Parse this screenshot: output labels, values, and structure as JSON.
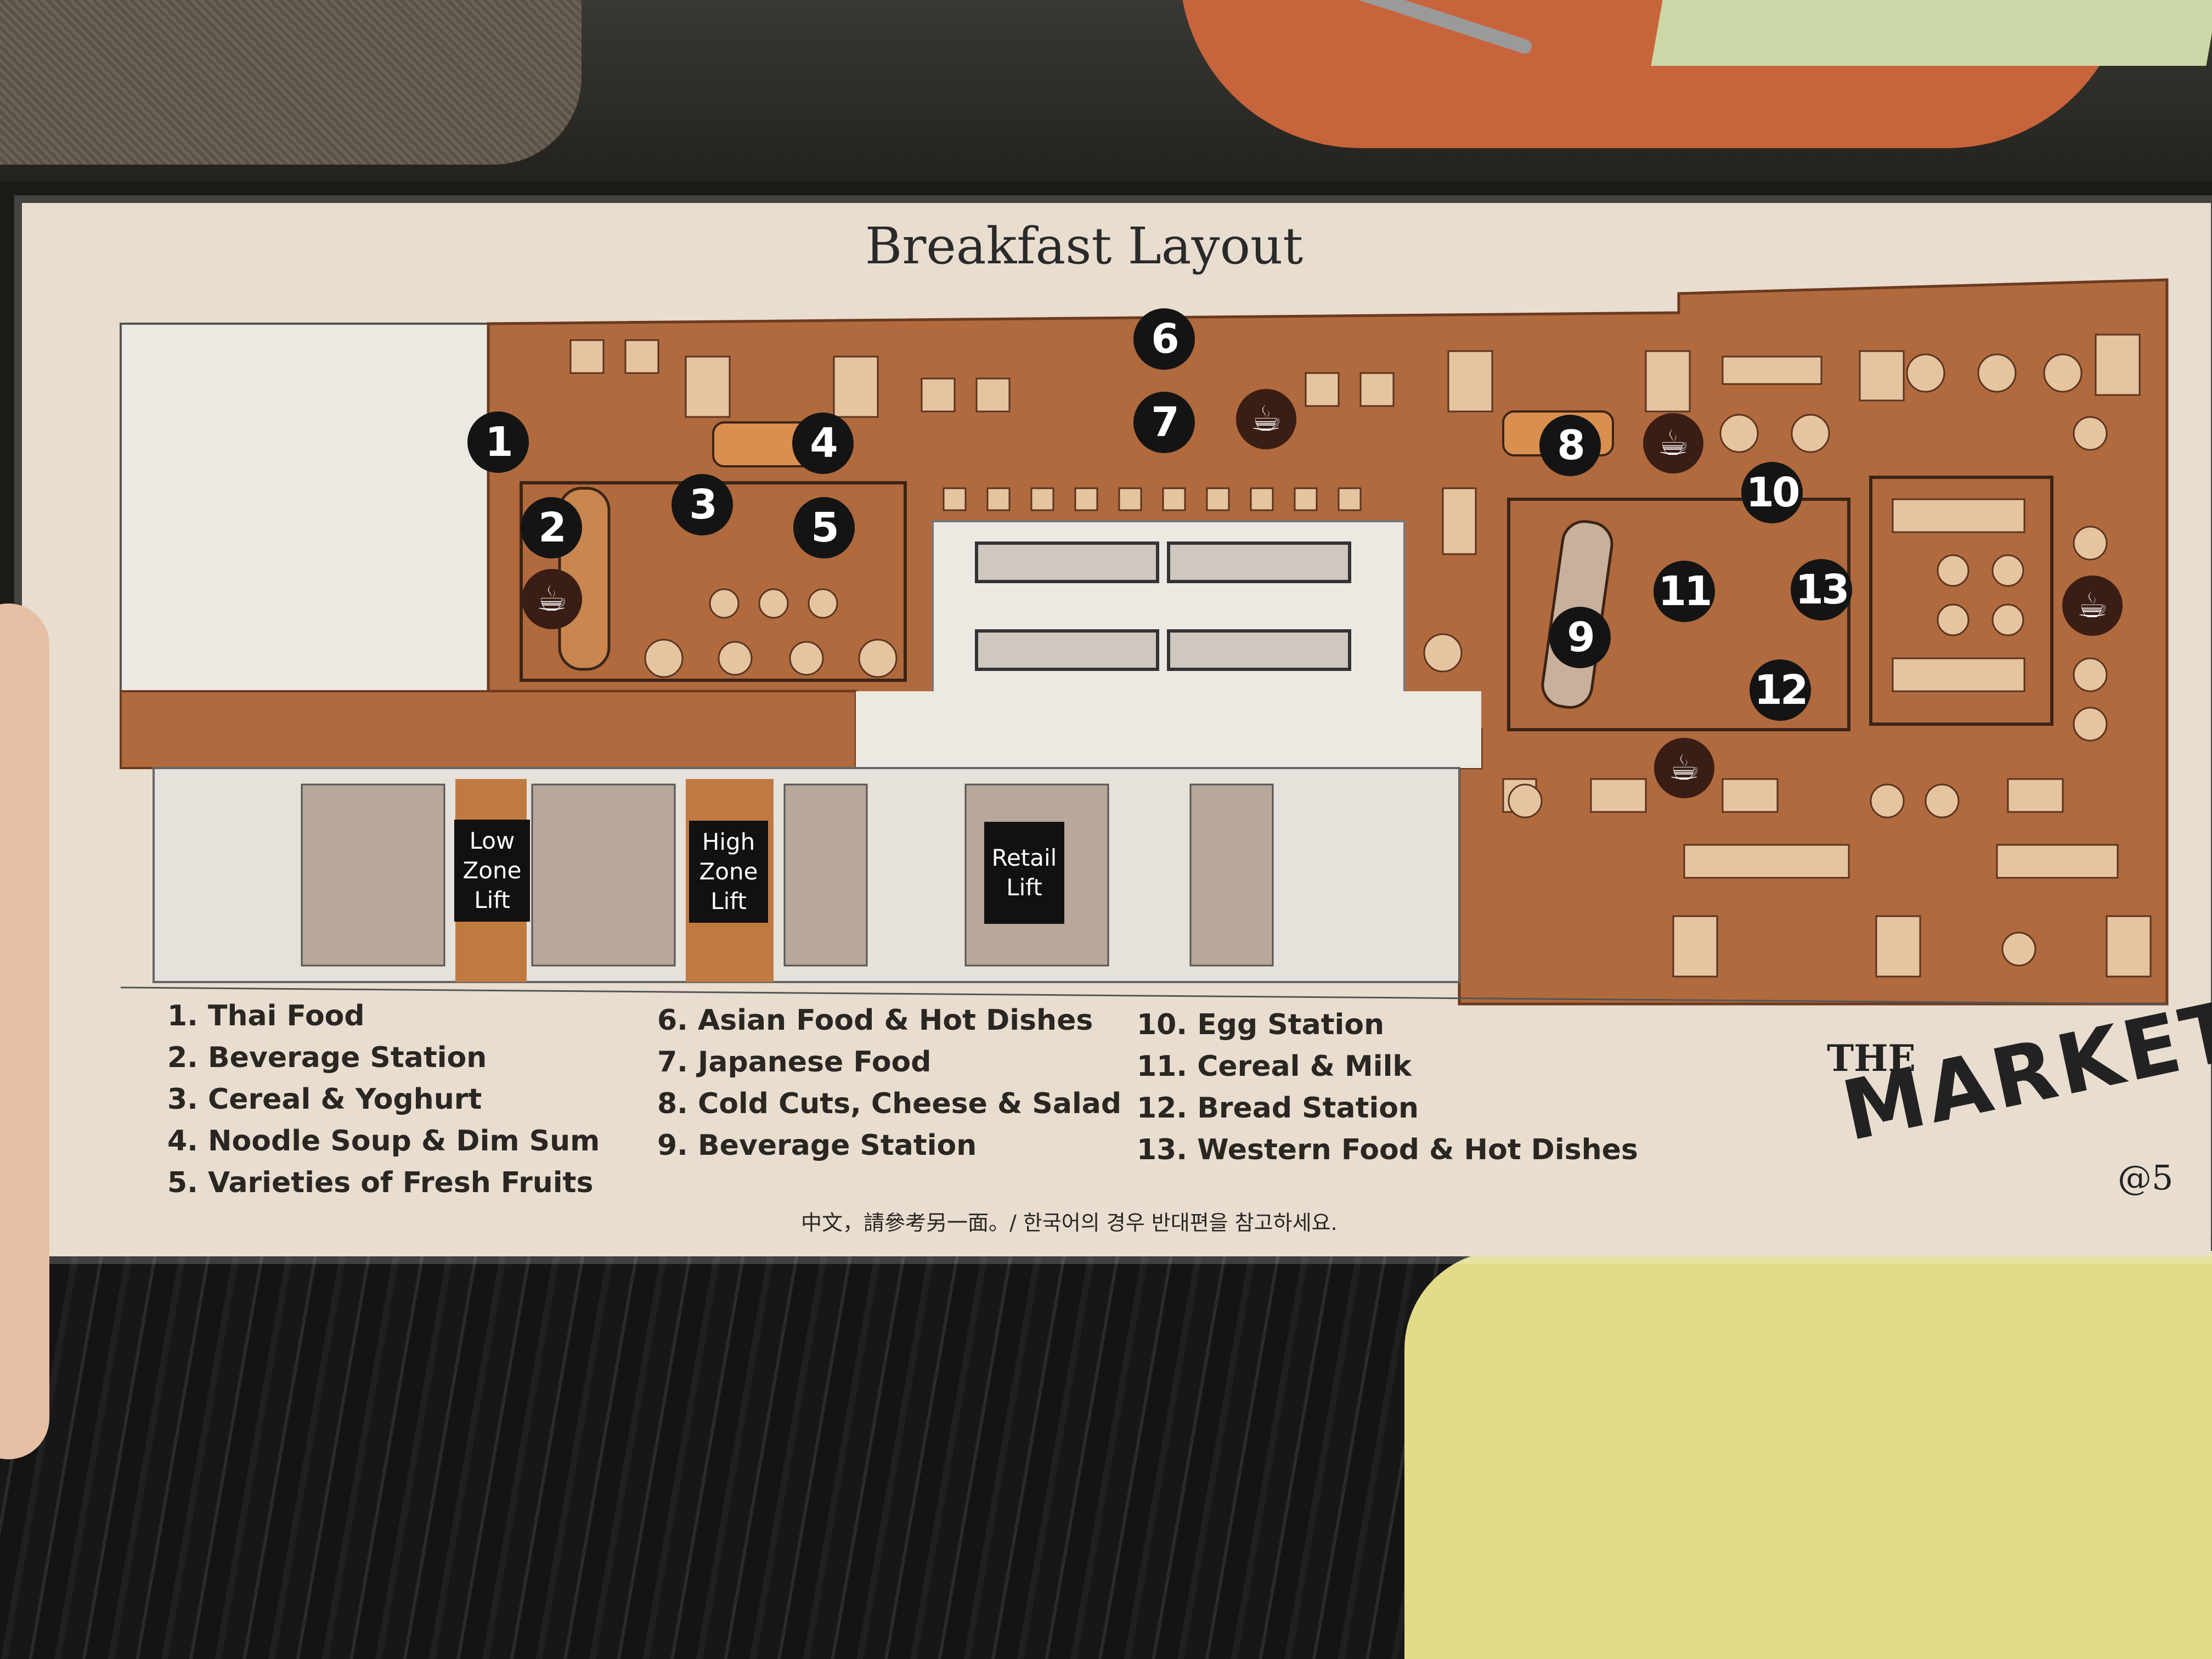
{
  "title": "Breakfast Layout",
  "map_labels": {
    "low_zone_lift": "Low\nZone\nLift",
    "high_zone_lift": "High\nZone\nLift",
    "retail_lift": "Retail\nLift"
  },
  "stations": [
    {
      "number": "1",
      "label": "Thai Food"
    },
    {
      "number": "2",
      "label": "Beverage Station"
    },
    {
      "number": "3",
      "label": "Cereal & Yoghurt"
    },
    {
      "number": "4",
      "label": "Noodle Soup & Dim Sum"
    },
    {
      "number": "5",
      "label": "Varieties of Fresh Fruits"
    },
    {
      "number": "6",
      "label": "Asian Food & Hot Dishes"
    },
    {
      "number": "7",
      "label": "Japanese Food"
    },
    {
      "number": "8",
      "label": "Cold Cuts, Cheese & Salad"
    },
    {
      "number": "9",
      "label": "Beverage Station"
    },
    {
      "number": "10",
      "label": "Egg Station"
    },
    {
      "number": "11",
      "label": "Cereal & Milk"
    },
    {
      "number": "12",
      "label": "Bread Station"
    },
    {
      "number": "13",
      "label": "Western Food & Hot Dishes"
    }
  ],
  "legend_col1": [
    "1. Thai Food",
    "2. Beverage Station",
    "3. Cereal & Yoghurt",
    "4. Noodle Soup & Dim Sum",
    "5. Varieties of Fresh Fruits"
  ],
  "legend_col2": [
    "6. Asian Food & Hot Dishes",
    "7. Japanese Food",
    "8. Cold Cuts, Cheese & Salad",
    "9. Beverage Station"
  ],
  "legend_col3": [
    "10. Egg Station",
    "11. Cereal & Milk",
    "12. Bread Station",
    "13. Western Food & Hot Dishes"
  ],
  "footer_note": "中文，請參考另一面。/ 한국어의 경우 반대편을 참고하세요.",
  "logo": {
    "the": "THE",
    "market": "MARKET",
    "at": "@5"
  },
  "icons": {
    "beverage": "coffee-cup-icon"
  },
  "colors": {
    "floor": "#b06a3e",
    "card": "#e8ddcf",
    "marker": "#141414",
    "coffee": "#3a1d14"
  }
}
